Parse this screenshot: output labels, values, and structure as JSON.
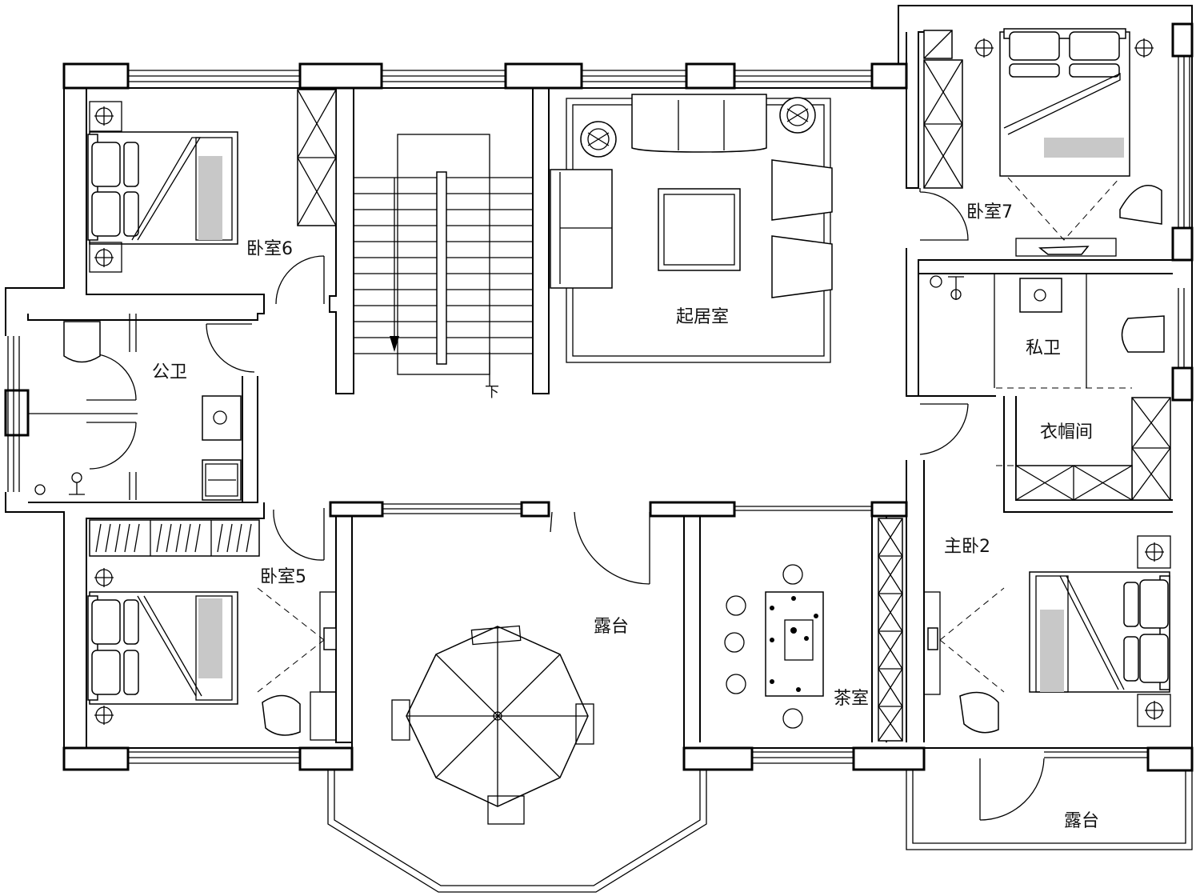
{
  "rooms": {
    "bedroom6": "卧室6",
    "bedroom7": "卧室7",
    "bedroom5": "卧室5",
    "living": "起居室",
    "public_bath": "公卫",
    "private_bath": "私卫",
    "closet": "衣帽间",
    "master": "主卧2",
    "terrace_main": "露台",
    "tea_room": "茶室",
    "terrace_small": "露台"
  },
  "stairs": {
    "direction_label": "下"
  }
}
